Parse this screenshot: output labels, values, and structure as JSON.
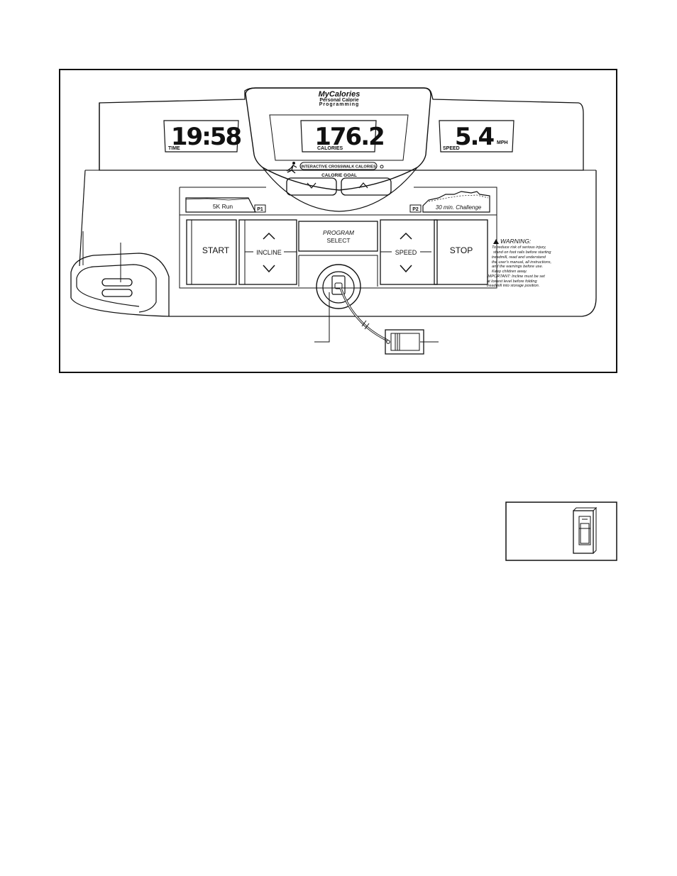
{
  "brand": {
    "line1": "MyCalories",
    "line2": "Personal Calorie",
    "line3": "Programming"
  },
  "displays": {
    "time": {
      "value": "19:58",
      "label": "TIME"
    },
    "calories": {
      "value": "176.2",
      "label": "CALORIES"
    },
    "speed": {
      "value": "5.4",
      "label": "SPEED",
      "unit": "MPH"
    }
  },
  "crosswalk_badge": "INTERACTIVE CROSSWALK CALORIES",
  "calorie_goal": {
    "label": "CALORIE GOAL"
  },
  "programs": {
    "p1": {
      "name": "5K Run",
      "tag": "P1"
    },
    "p2": {
      "name": "30 min. Challenge",
      "tag": "P2"
    }
  },
  "buttons": {
    "start": "START",
    "incline": "INCLINE",
    "program_select_1": "PROGRAM",
    "program_select_2": "SELECT",
    "speed": "SPEED",
    "stop": "STOP"
  },
  "warning": {
    "title": "WARNING:",
    "lines": [
      "To reduce risk of serious injury,",
      "stand on foot rails before starting",
      "treadmill, read and understand",
      "the user's manual, all instructions,",
      "and the warnings before use.",
      "Keep children away.",
      "IMPORTANT: Incline must be set",
      "at lowest level before folding",
      "treadmill into storage position."
    ]
  }
}
